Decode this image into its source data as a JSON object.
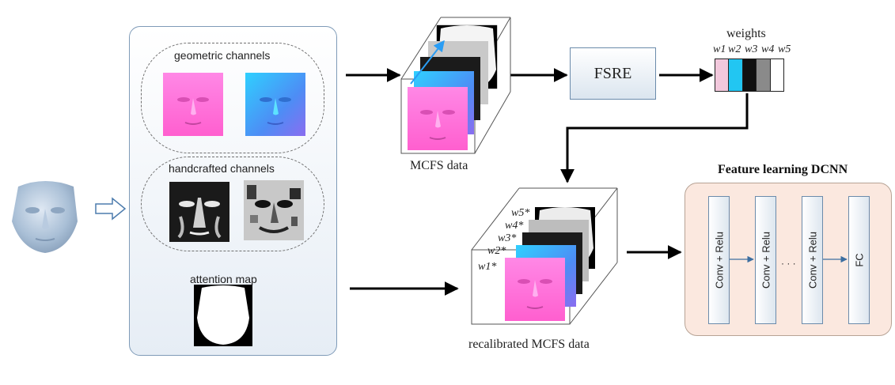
{
  "panel": {
    "geometric_label": "geometric channels",
    "handcrafted_label": "handcrafted channels",
    "attention_label": "attention map"
  },
  "mcfs_label": "MCFS data",
  "fsre_label": "FSRE",
  "weights": {
    "title": "weights",
    "labels": [
      "w1",
      "w2",
      "w3",
      "w4",
      "w5"
    ],
    "colors": [
      "#f2c8dc",
      "#22c6f2",
      "#111111",
      "#8a8a8a",
      "#ffffff"
    ]
  },
  "recal": {
    "caption": "recalibrated MCFS data",
    "labels": [
      "w5*",
      "w4*",
      "w3*",
      "w2*",
      "w1*"
    ]
  },
  "dcnn": {
    "title": "Feature learning DCNN",
    "layers": [
      "Conv + Relu",
      "Conv + Relu",
      "Conv + Relu",
      "FC"
    ],
    "ellipsis": "· · ·"
  },
  "colors": {
    "pink_face": "#ff6fd8",
    "blue_face": "#4aa4f4",
    "panel_border": "#7f9bb8",
    "dcnn_fill": "#fbe8df"
  }
}
